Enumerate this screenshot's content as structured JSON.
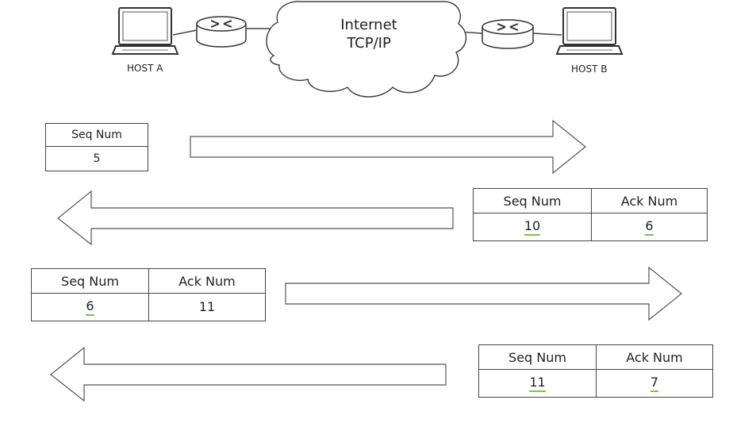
{
  "hosts": {
    "a_label": "HOST A",
    "b_label": "HOST B"
  },
  "cloud": {
    "line1": "Internet",
    "line2": "TCP/IP"
  },
  "colors": {
    "underline": "#7cc34a",
    "stroke": "#444444"
  },
  "packets": [
    {
      "seq_header": "Seq Num",
      "seq_value": "5"
    },
    {
      "seq_header": "Seq Num",
      "ack_header": "Ack Num",
      "seq_value": "10",
      "ack_value": "6"
    },
    {
      "seq_header": "Seq Num",
      "ack_header": "Ack Num",
      "seq_value": "6",
      "ack_value": "11"
    },
    {
      "seq_header": "Seq Num",
      "ack_header": "Ack Num",
      "seq_value": "11",
      "ack_value": "7"
    }
  ]
}
